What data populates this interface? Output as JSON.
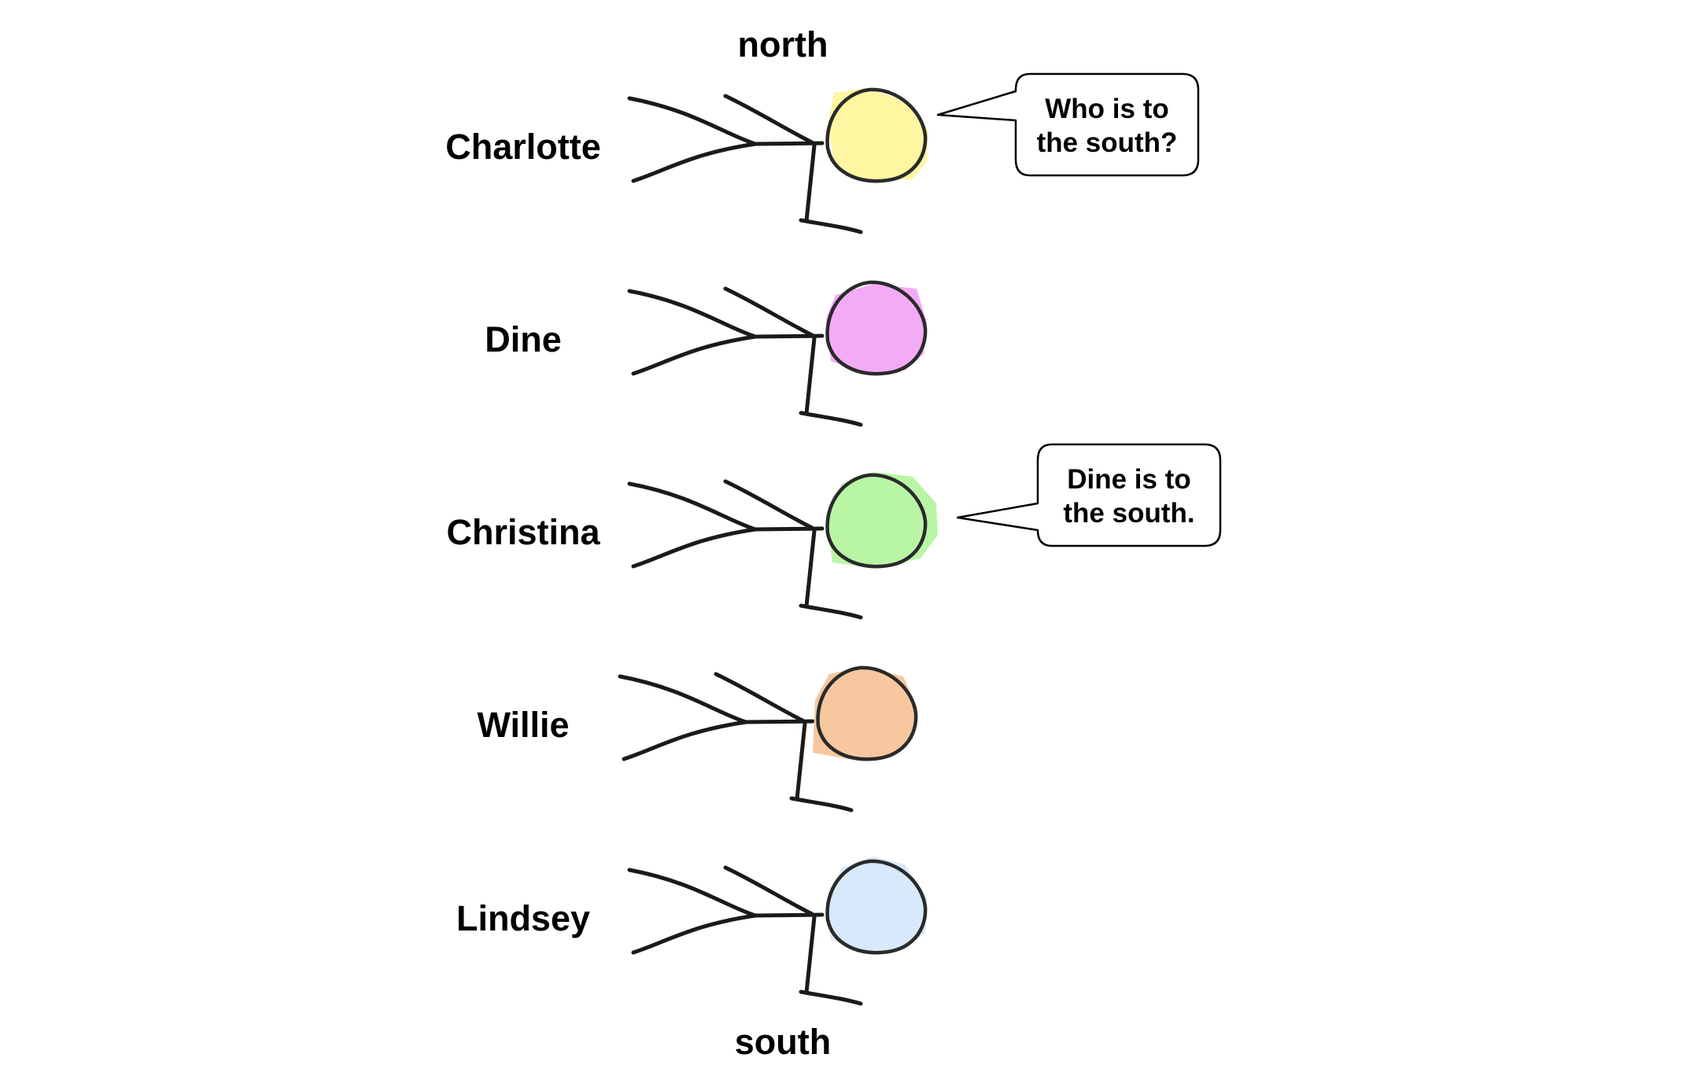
{
  "directions": {
    "top": "north",
    "bottom": "south"
  },
  "people": [
    {
      "name": "Charlotte",
      "head_color": "#fff59d"
    },
    {
      "name": "Dine",
      "head_color": "#f3a6f5"
    },
    {
      "name": "Christina",
      "head_color": "#b4f5a0"
    },
    {
      "name": "Willie",
      "head_color": "#f7c49a"
    },
    {
      "name": "Lindsey",
      "head_color": "#d6e8fb"
    }
  ],
  "speech_bubbles": [
    {
      "speaker": "Charlotte",
      "lines": [
        "Who is to",
        "the south?"
      ]
    },
    {
      "speaker": "Christina",
      "lines": [
        "Dine is to",
        "the south."
      ]
    }
  ]
}
